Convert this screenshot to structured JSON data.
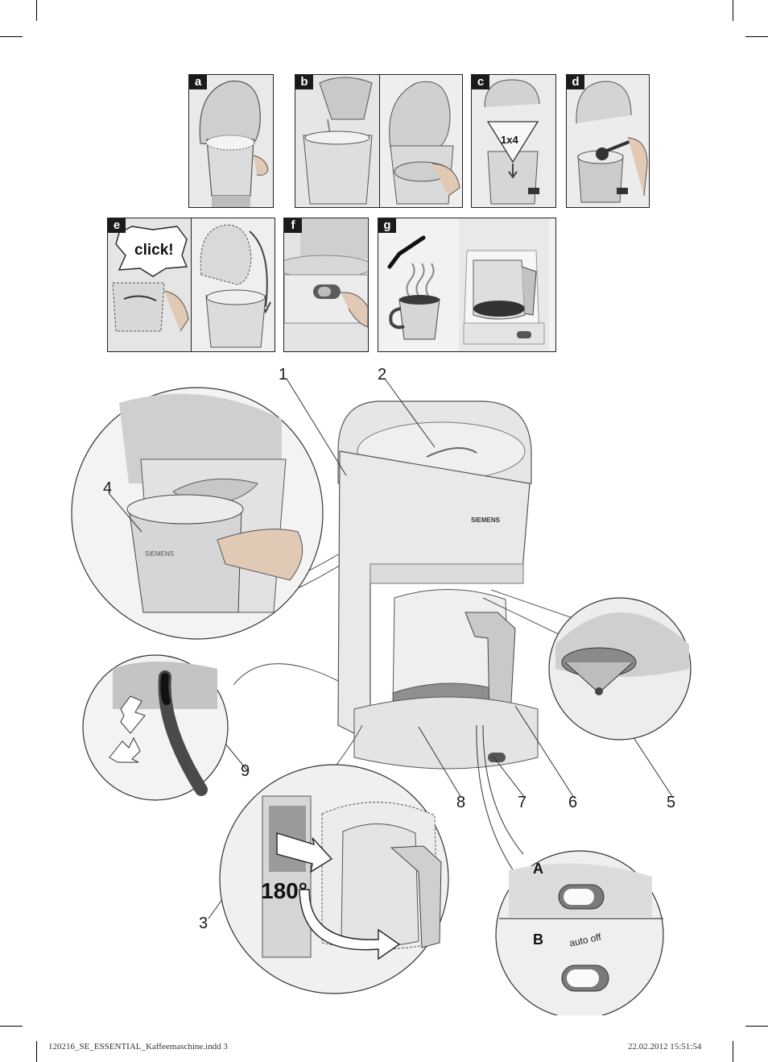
{
  "panels": [
    {
      "id": "a",
      "label": "a"
    },
    {
      "id": "b",
      "label": "b"
    },
    {
      "id": "c",
      "label": "c",
      "overlay_text": "1x4"
    },
    {
      "id": "d",
      "label": "d"
    },
    {
      "id": "e",
      "label": "e",
      "overlay_text": "click!"
    },
    {
      "id": "f",
      "label": "f"
    },
    {
      "id": "g",
      "label": "g"
    }
  ],
  "brand": "SIEMENS",
  "callouts": [
    "1",
    "2",
    "3",
    "4",
    "5",
    "6",
    "7",
    "8",
    "9"
  ],
  "rotation_label": "180°",
  "switch_states": {
    "a_label": "A",
    "b_label": "B",
    "b_text": "auto off"
  },
  "footer": {
    "left": "120216_SE_ESSENTIAL_Kaffeemaschine.indd   3",
    "right": "22.02.2012   15:51:54"
  }
}
